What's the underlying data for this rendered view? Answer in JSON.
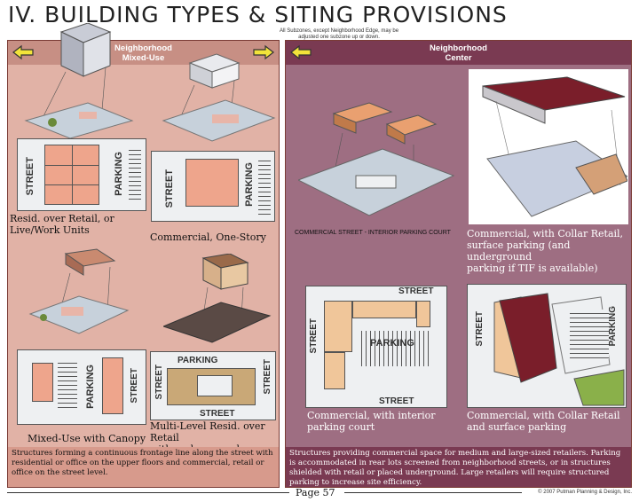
{
  "title": "IV. BUILDING TYPES & SITING PROVISIONS",
  "note": "All Subzones, except Neighborhood Edge, may be adjusted one subzone up or down.",
  "left_panel": {
    "header": "Neighborhood\nMixed-Use",
    "captions": {
      "resid_over_retail": "Resid. over Retail, or\nLive/Work Units",
      "commercial_one_story": "Commercial, One-Story",
      "mixed_use_canopy": "Mixed-Use with Canopy",
      "multi_level": "Multi-Level Resid. over Retail\nwith underground parking"
    },
    "plan_labels": {
      "street": "STREET",
      "parking": "PARKING"
    },
    "description": "Structures forming a continuous frontage line along the street with residential or office on the upper floors and commercial, retail or office on the street level."
  },
  "right_panel": {
    "header": "Neighborhood\nCenter",
    "captions": {
      "interior_court_title": "COMMERCIAL STREET - INTERIOR PARKING COURT",
      "collar_retail_surface": "Commercial, with Collar Retail,\nsurface parking (and underground\nparking if TIF is available)",
      "interior_parking_court": "Commercial, with interior\nparking court",
      "collar_retail_surface_2": "Commercial, with Collar Retail\nand surface parking"
    },
    "plan_labels": {
      "street": "STREET",
      "parking": "PARKING"
    },
    "description": "Structures providing commercial space for medium and large-sized retailers. Parking is accommodated in rear lots screened from neighborhood streets, or in structures shielded with retail or placed underground. Large retailers will require structured parking to increase site efficiency."
  },
  "footer": {
    "page": "Page 57",
    "copyright": "© 2007 Putman Planning & Design, Inc."
  },
  "colors": {
    "left_bg": "#e1b2a6",
    "right_bg": "#9e6e82",
    "arrow": "#f2e33a"
  }
}
